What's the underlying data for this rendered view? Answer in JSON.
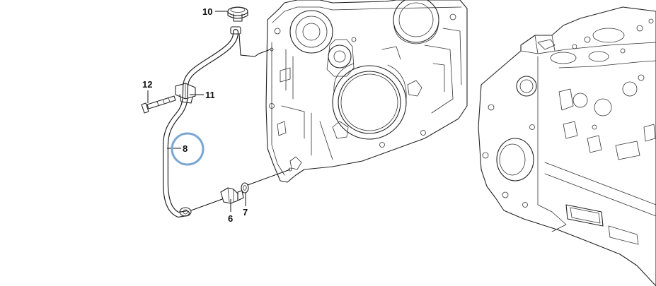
{
  "diagram": {
    "callouts": {
      "c10": "10",
      "c12": "12",
      "c11": "11",
      "c8": "8",
      "c6": "6",
      "c7": "7"
    },
    "highlight_color": "#7ba7d1",
    "line_color": "#222222"
  }
}
